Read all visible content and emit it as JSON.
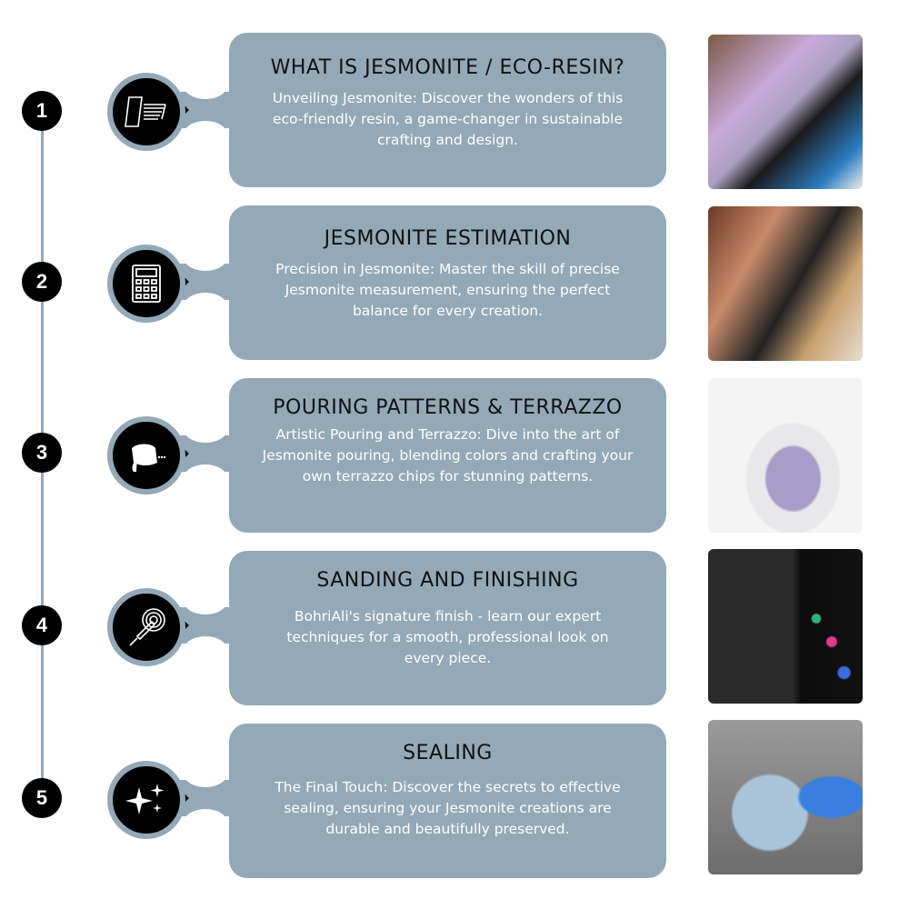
{
  "steps": [
    {
      "number": "1",
      "icon": "papers-stack-icon",
      "title": "WHAT IS JESMONITE / ECO-RESIN?",
      "text": "Unveiling Jesmonite: Discover the wonders of this eco-friendly resin, a game-changer in sustainable crafting and design.",
      "photo": "jesmonite-kit-photo"
    },
    {
      "number": "2",
      "icon": "calculator-icon",
      "title": "JESMONITE ESTIMATION",
      "text": "Precision in Jesmonite: Master the skill of precise Jesmonite measurement, ensuring the perfect balance for every creation.",
      "photo": "person-measuring-photo"
    },
    {
      "number": "3",
      "icon": "pouring-cup-icon",
      "title": "POURING PATTERNS & TERRAZZO",
      "text": "Artistic Pouring and Terrazzo: Dive into the art of Jesmonite pouring, blending colors and crafting your own terrazzo chips for stunning patterns.",
      "photo": "pouring-resin-photo"
    },
    {
      "number": "4",
      "icon": "sanding-tool-icon",
      "title": "SANDING AND FINISHING",
      "text": "BohriAli's signature finish - learn our expert techniques for a smooth, professional look on every piece.",
      "photo": "terrazzo-vessel-photo"
    },
    {
      "number": "5",
      "icon": "sparkles-icon",
      "title": "SEALING",
      "text": "The Final Touch: Discover the secrets to effective sealing, ensuring your Jesmonite creations are durable and beautifully preserved.",
      "photo": "sealing-photo"
    }
  ],
  "colors": {
    "card": "#93a9b8",
    "badge": "#000000"
  }
}
